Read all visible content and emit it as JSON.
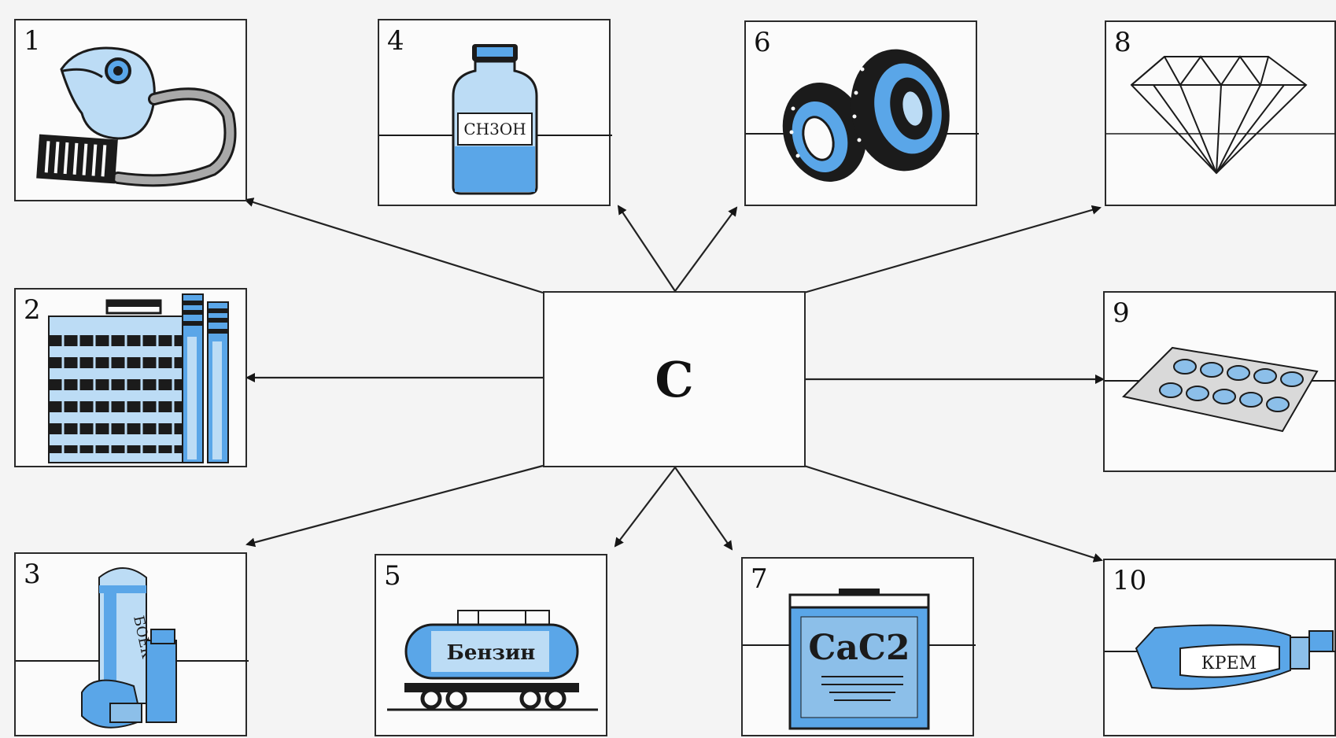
{
  "diagram": {
    "center": {
      "label": "C"
    },
    "items": [
      {
        "number": "1"
      },
      {
        "number": "2"
      },
      {
        "number": "3"
      },
      {
        "number": "4",
        "label": "CH3OH"
      },
      {
        "number": "5",
        "label": "Бензин"
      },
      {
        "number": "6"
      },
      {
        "number": "7",
        "label": "CaC2"
      },
      {
        "number": "8"
      },
      {
        "number": "9"
      },
      {
        "number": "10",
        "label": "КРЕМ"
      }
    ],
    "can_text": "БОЕК"
  },
  "colors": {
    "accent_blue": "#5aa6e8",
    "light_blue": "#bcdcf5",
    "ink": "#1b1b1b"
  }
}
